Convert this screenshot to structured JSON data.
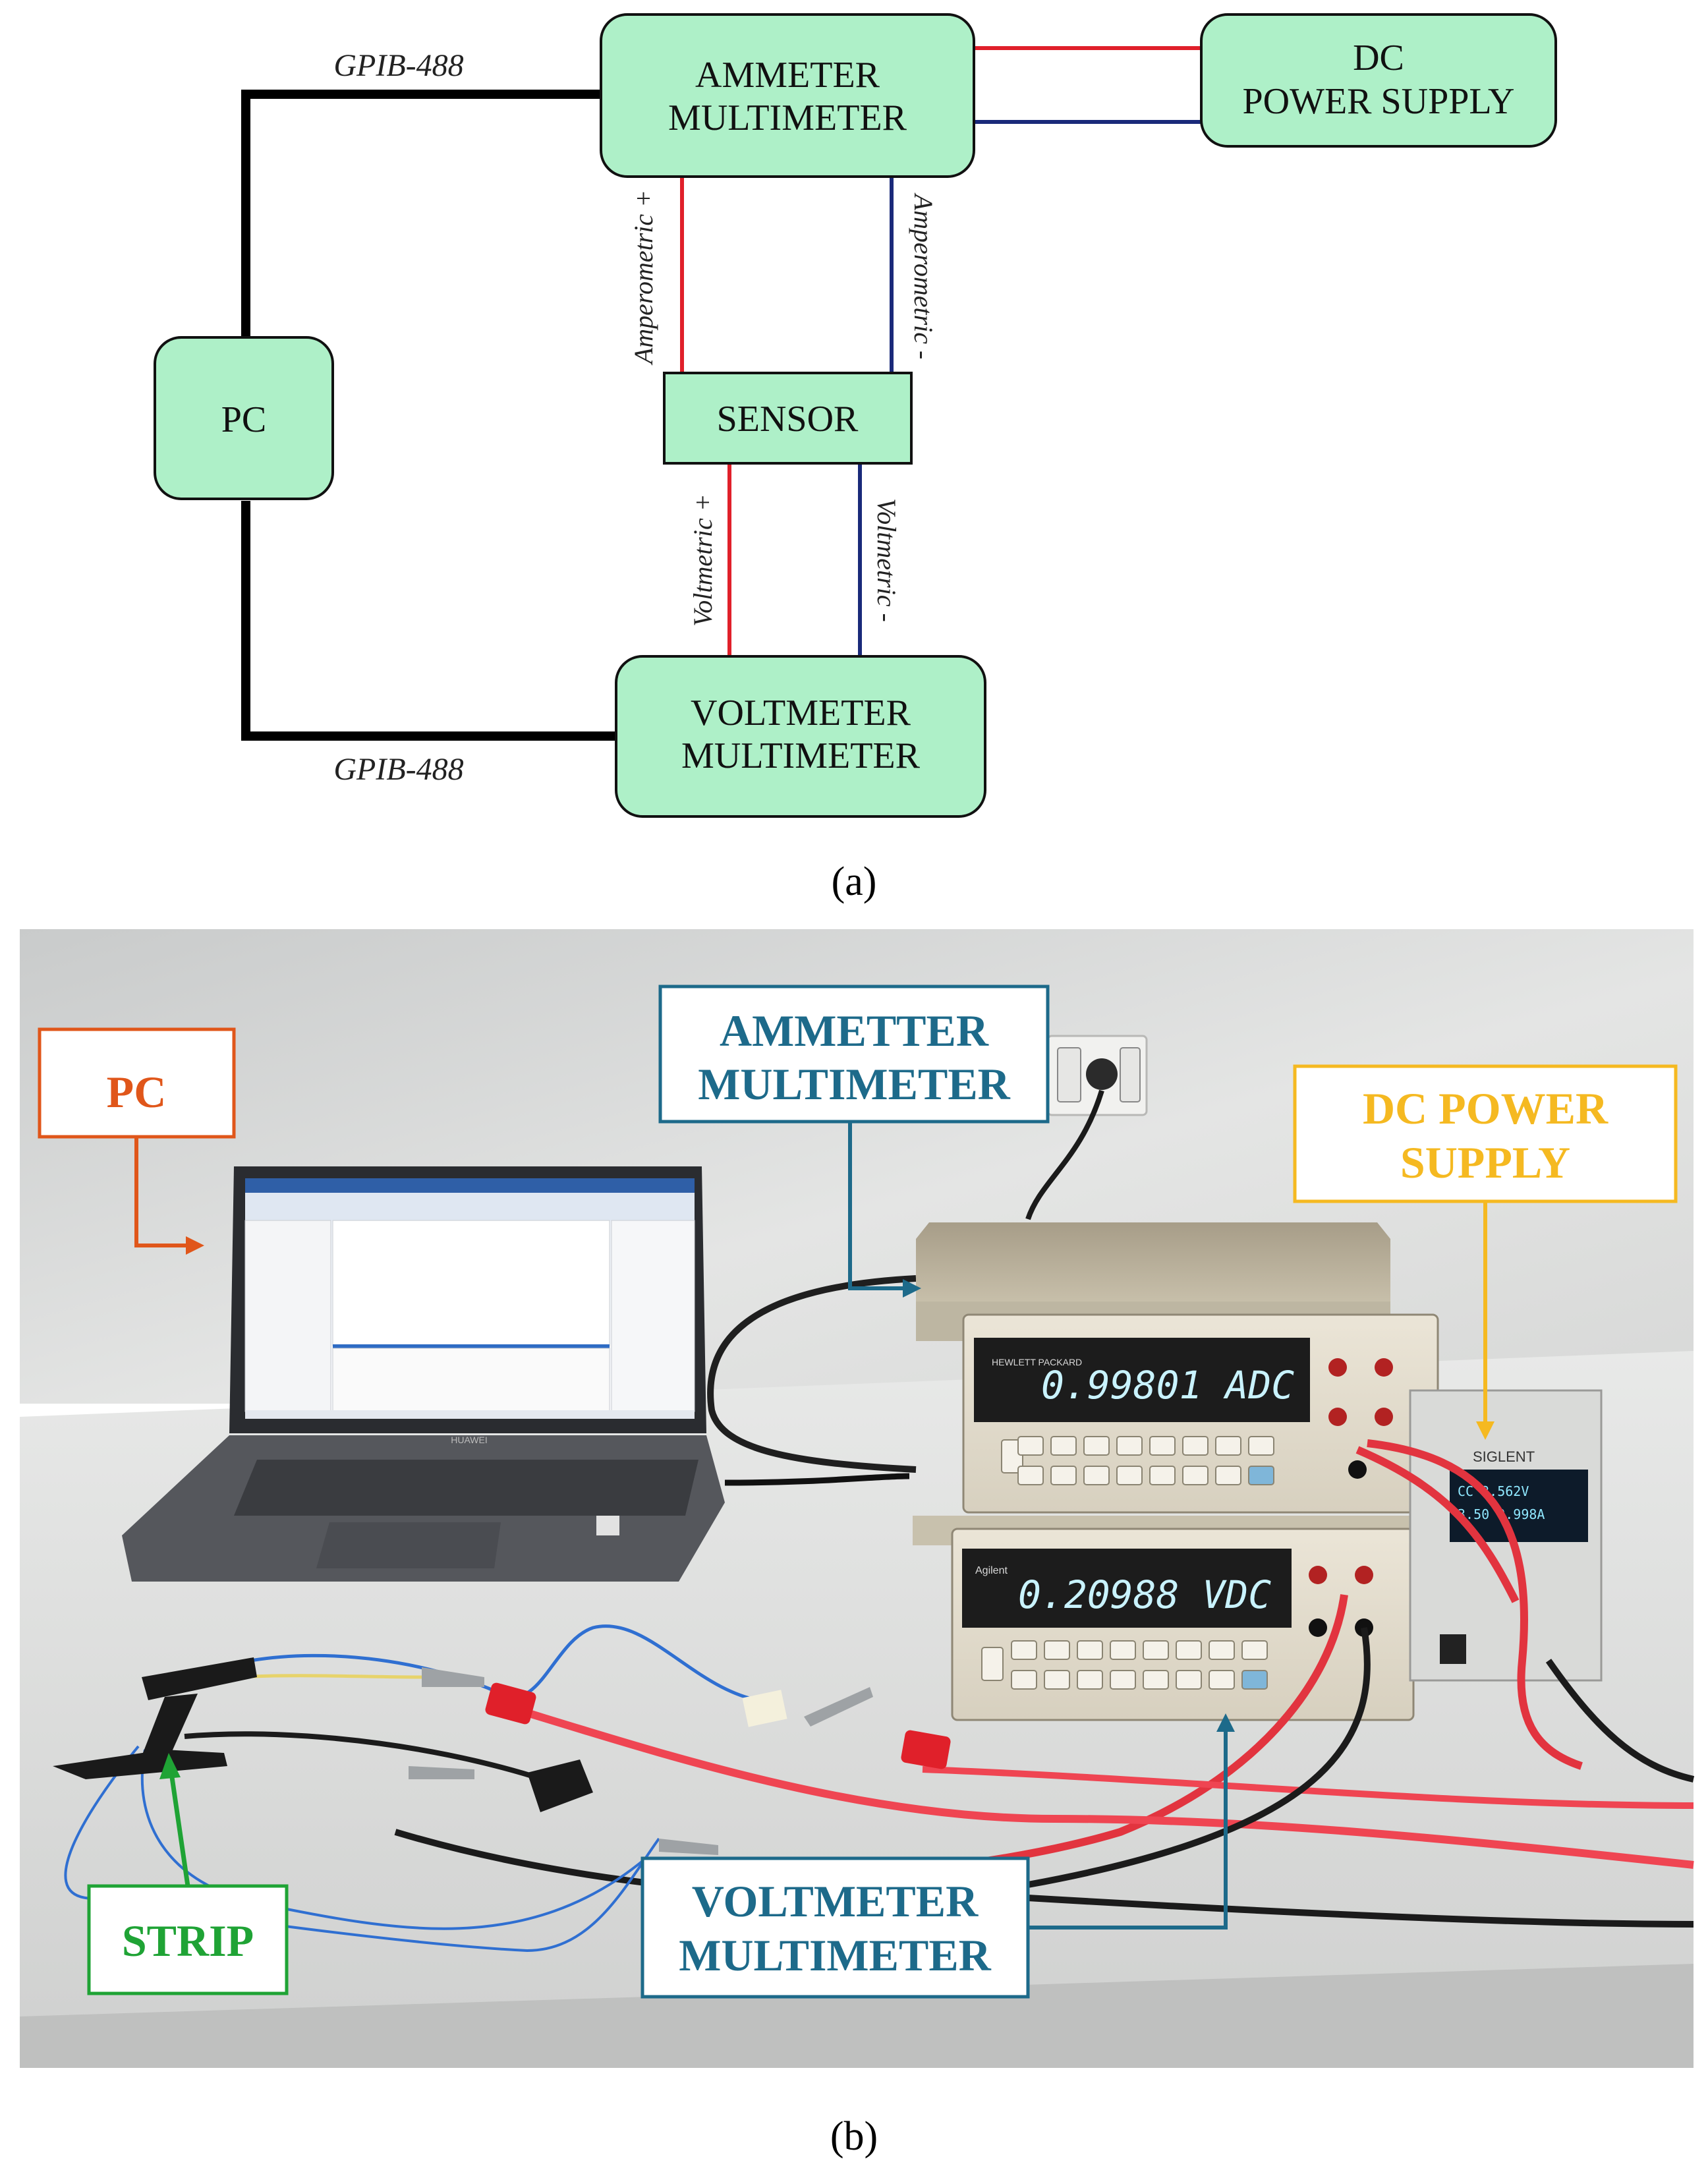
{
  "diagram": {
    "boxes": {
      "pc": "PC",
      "ammeter_line1": "AMMETER",
      "ammeter_line2": "MULTIMETER",
      "power_line1": "DC",
      "power_line2": "POWER SUPPLY",
      "sensor": "SENSOR",
      "voltmeter_line1": "VOLTMETER",
      "voltmeter_line2": "MULTIMETER"
    },
    "wires": {
      "gpib_top": "GPIB-488",
      "gpib_bottom": "GPIB-488",
      "amp_plus": "Amperometric +",
      "amp_minus": "Amperometric -",
      "volt_plus": "Voltmetric +",
      "volt_minus": "Voltmetric -"
    },
    "colors": {
      "box_fill": "#aef0c8",
      "positive_wire": "#e0202a",
      "negative_wire": "#1a2a7a",
      "gpib_wire": "#000000"
    },
    "caption": "(a)"
  },
  "photo": {
    "callouts": {
      "pc": "PC",
      "ammeter_line1": "AMMETTER",
      "ammeter_line2": "MULTIMETER",
      "power_line1": "DC POWER",
      "power_line2": "SUPPLY",
      "strip": "STRIP",
      "voltmeter_line1": "VOLTMETER",
      "voltmeter_line2": "MULTIMETER"
    },
    "callout_colors": {
      "pc": "#e0561a",
      "ammeter": "#1d6a8a",
      "power": "#f5b921",
      "strip": "#1fa335",
      "voltmeter": "#1d6a8a"
    },
    "readouts": {
      "ammeter": "0.99801  ADC",
      "voltmeter": "0.20988  VDC",
      "psu_line1": "CC   3.562V",
      "psu_line2": "3.50   0.998A"
    },
    "brands": {
      "ammeter": "HEWLETT PACKARD",
      "voltmeter": "Agilent",
      "psu": "SIGLENT",
      "laptop": "HUAWEI"
    },
    "caption": "(b)"
  }
}
